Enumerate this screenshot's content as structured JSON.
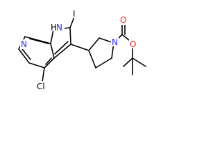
{
  "atoms": {
    "nh": "H",
    "n_indole": "N",
    "n_pyridine": "N",
    "n_pyrrolidine": "N",
    "iodine": "I",
    "chlorine": "Cl",
    "oxygen_carbonyl": "O",
    "oxygen_ester": "O"
  },
  "colors": {
    "nitrogen": "#2b2bff",
    "oxygen": "#ff2020",
    "carbon_bond": "#000000",
    "background": "#ffffff"
  }
}
